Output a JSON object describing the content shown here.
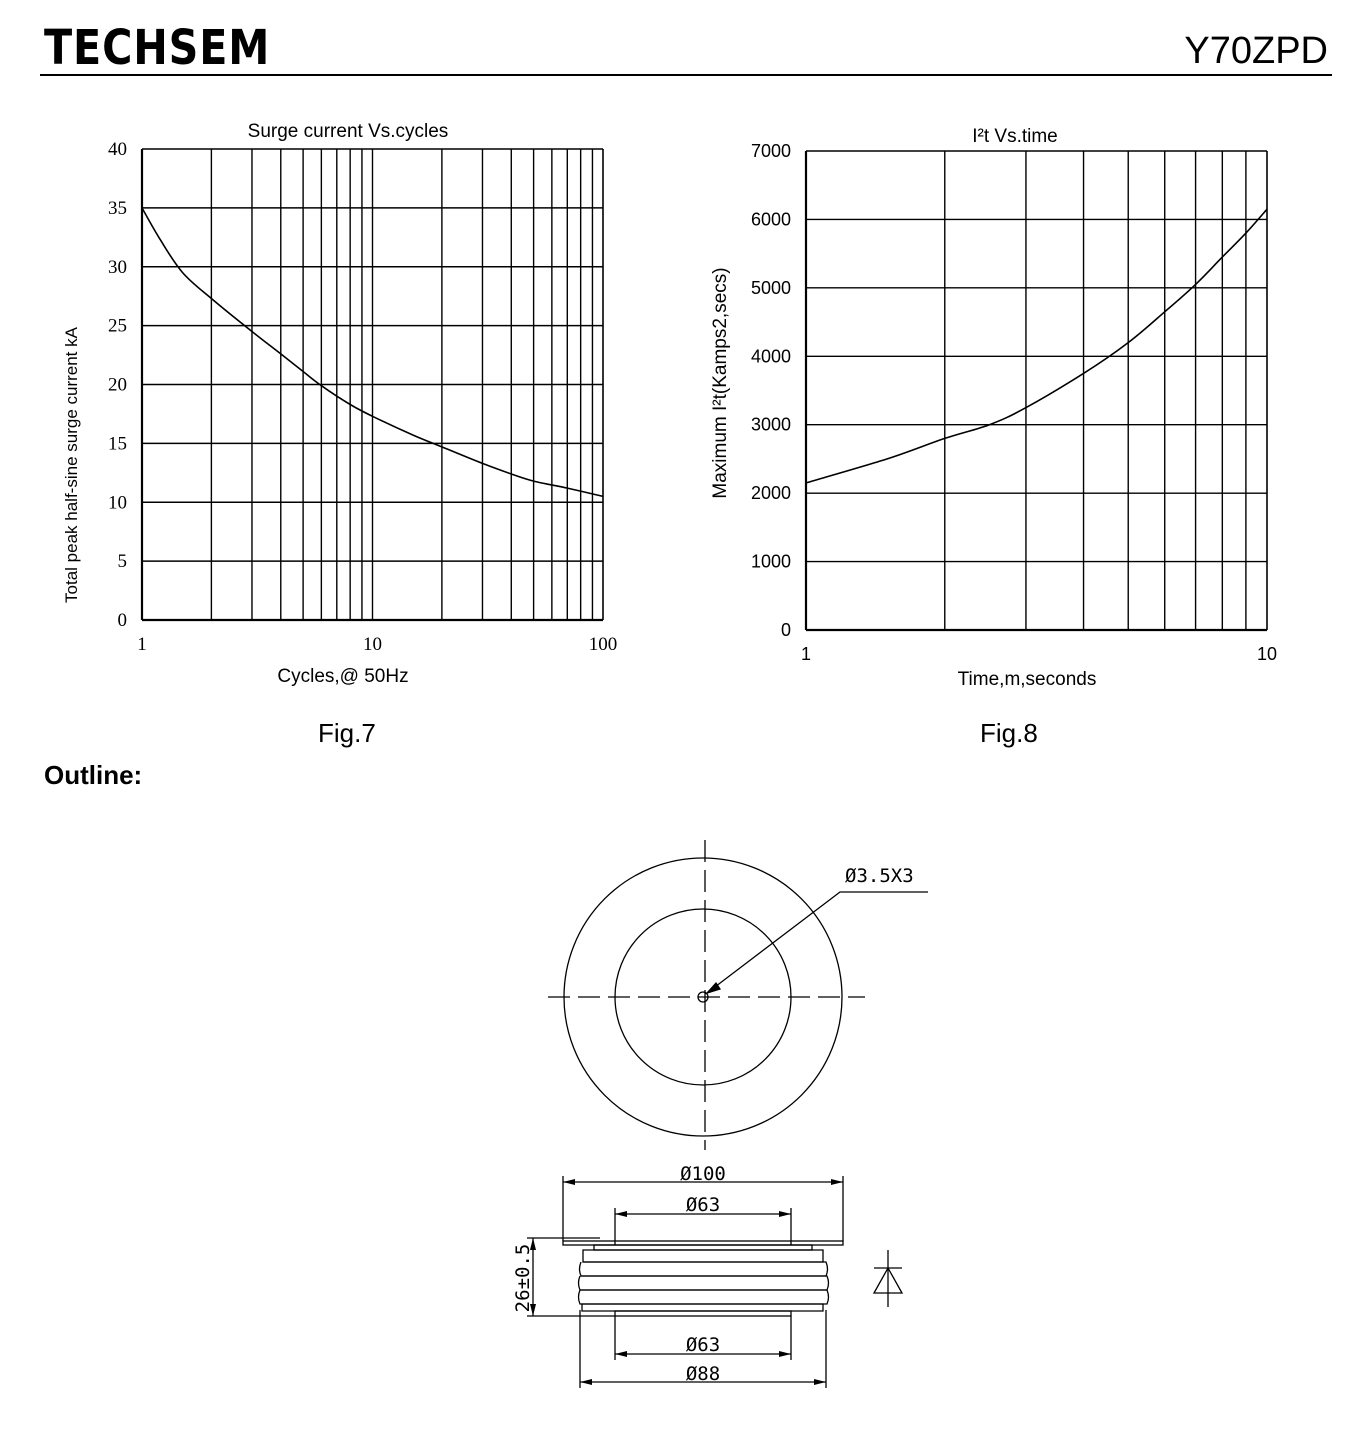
{
  "header": {
    "brand": "TECHSEM",
    "part_number": "Y70ZPD"
  },
  "fig7": {
    "caption": "Fig.7"
  },
  "fig8": {
    "caption": "Fig.8"
  },
  "outline": {
    "heading": "Outline:",
    "dim_hole": "Ø3.5X3",
    "dim_outer": "Ø100",
    "dim_top_pole": "Ø63",
    "dim_height": "26±0.5",
    "dim_bottom_pole": "Ø63",
    "dim_body": "Ø88"
  },
  "chart_data": [
    {
      "type": "line",
      "title": "Surge current  Vs.cycles",
      "xlabel": "Cycles,@ 50Hz",
      "ylabel": "Total peak half-sine surge current kA",
      "xscale": "log",
      "xlim": [
        1,
        100
      ],
      "ylim": [
        0,
        40
      ],
      "xticks": [
        "1",
        "10",
        "100"
      ],
      "yticks": [
        "0",
        "5",
        "10",
        "15",
        "20",
        "25",
        "30",
        "35",
        "40"
      ],
      "grid": true,
      "x": [
        1,
        1.2,
        1.5,
        2,
        3,
        4,
        5,
        6,
        8,
        10,
        15,
        20,
        30,
        40,
        50,
        70,
        100
      ],
      "y": [
        35,
        32.3,
        29.5,
        27.3,
        24.5,
        22.6,
        21.1,
        19.9,
        18.3,
        17.3,
        15.7,
        14.7,
        13.3,
        12.4,
        11.8,
        11.2,
        10.5
      ]
    },
    {
      "type": "line",
      "title": "I²t  Vs.time",
      "xlabel": "Time,m,seconds",
      "ylabel": "Maximum I²t(Kamps2,secs)",
      "xscale": "log",
      "xlim": [
        1,
        10
      ],
      "ylim": [
        0,
        7000
      ],
      "xticks": [
        "1",
        "10"
      ],
      "yticks": [
        "0",
        "1000",
        "2000",
        "3000",
        "4000",
        "5000",
        "6000",
        "7000"
      ],
      "grid": true,
      "x": [
        1,
        1.5,
        2,
        2.5,
        3,
        4,
        5,
        6,
        7,
        8,
        9,
        10
      ],
      "y": [
        2150,
        2500,
        2800,
        3000,
        3250,
        3750,
        4200,
        4650,
        5050,
        5450,
        5800,
        6150
      ]
    }
  ]
}
